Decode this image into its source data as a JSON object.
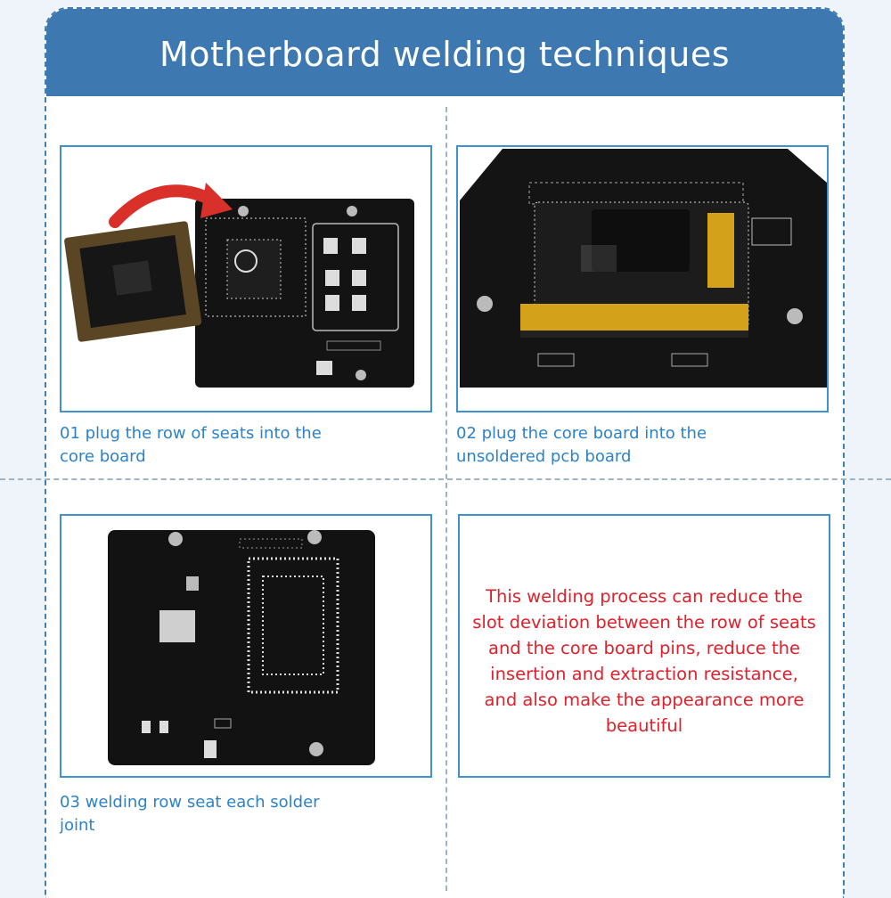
{
  "banner": {
    "title": "Motherboard welding techniques"
  },
  "steps": [
    {
      "caption": "01 plug the row of seats into the core board"
    },
    {
      "caption": "02 plug the core board into the unsoldered pcb board"
    },
    {
      "caption": "03 welding row seat each solder joint"
    }
  ],
  "note": {
    "text": "This welding process can reduce the slot deviation between the row of seats and the core board pins, reduce the insertion and extraction resistance, and also make the appearance more beautiful"
  },
  "colors": {
    "banner": "#3d78b0",
    "frame_border": "#3f7fb6",
    "box_border": "#3f91d0",
    "caption": "#2d82c7",
    "note": "#e0202a",
    "pcb": "#121212",
    "arrow": "#d9302a"
  },
  "images": [
    {
      "name": "core-board-with-seats-and-pcb-photo",
      "icon": "arrow-right-icon"
    },
    {
      "name": "core-board-plugged-into-pcb-photo"
    },
    {
      "name": "pcb-back-side-solder-joints-photo"
    }
  ]
}
